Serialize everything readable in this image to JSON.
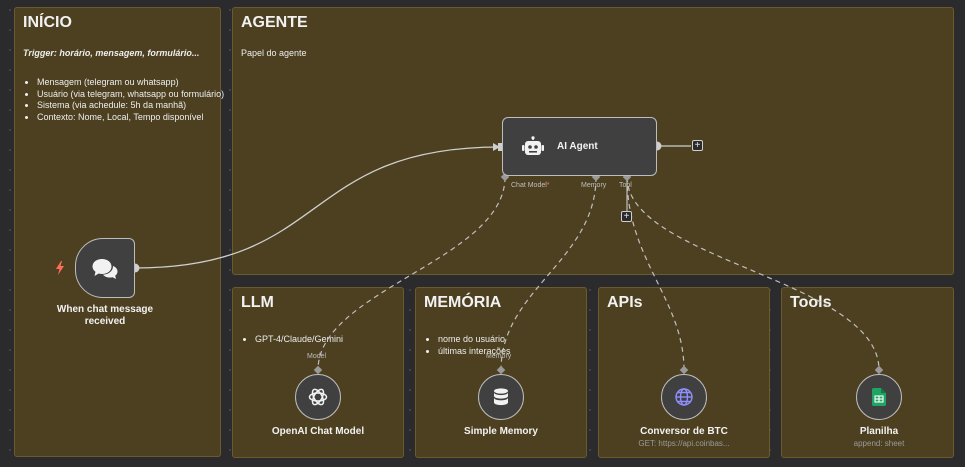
{
  "stickies": {
    "inicio": {
      "title": "INÍCIO",
      "trigger_text": "Trigger: horário, mensagem, formulário...",
      "items": [
        "Mensagem (telegram ou whatsapp)",
        "Usuário (via telegram, whatsapp ou formulário)",
        "Sistema (via achedule: 5h da manhã)",
        "Contexto: Nome, Local, Tempo disponível"
      ]
    },
    "agente": {
      "title": "AGENTE",
      "subtitle": "Papel do agente"
    },
    "llm": {
      "title": "LLM",
      "items": [
        "GPT-4/Claude/Gemini"
      ]
    },
    "memoria": {
      "title": "MEMÓRIA",
      "items": [
        "nome do usuário",
        "últimas interações"
      ]
    },
    "apis": {
      "title": "APIs"
    },
    "tools": {
      "title": "Tools"
    }
  },
  "nodes": {
    "ai_agent": {
      "label": "AI Agent",
      "ports": {
        "chat_model": "Chat Model",
        "chat_model_required": "*",
        "memory": "Memory",
        "tool": "Tool"
      }
    },
    "trigger": {
      "label": "When chat message received"
    },
    "openai": {
      "label": "OpenAI Chat Model",
      "port": "Model"
    },
    "memory": {
      "label": "Simple Memory",
      "port": "Memory"
    },
    "btc": {
      "label": "Conversor de BTC",
      "subtitle": "GET: https://api.coinbas..."
    },
    "sheet": {
      "label": "Planilha",
      "subtitle": "append: sheet"
    }
  },
  "colors": {
    "canvas": "#2b2b2d",
    "sticky": "#4d4020",
    "node": "#404040",
    "trigger_bolt": "#ff6d5a",
    "sheets_green": "#1fa463",
    "wire": "#cfcfcf"
  }
}
